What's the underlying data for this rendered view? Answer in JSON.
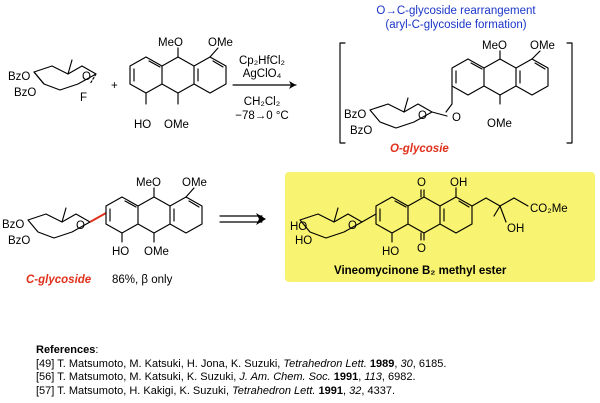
{
  "rearrangement": {
    "line1": "O→C-glycoside rearrangement",
    "line2": "(aryl-C-glycoside formation)"
  },
  "reagents": {
    "line1": "Cp₂HfCl₂",
    "line2": "AgClO₄",
    "line3": "CH₂Cl₂",
    "line4": "−78→0 °C"
  },
  "plus": "+",
  "labels": {
    "bzo": "BzO",
    "f": "F",
    "o": "O",
    "meo": "MeO",
    "ome": "OMe",
    "ho": "HO",
    "oh": "OH",
    "co2me": "CO₂Me",
    "carbonyl_o": "O"
  },
  "o_glycoside": "O-glycosie",
  "c_glycoside": "C-glycoside",
  "yield": "86%, β only",
  "product_name": "Vineomycinone B₂  methyl ester",
  "references": {
    "title": "References",
    "items": [
      {
        "num": "[49]",
        "authors": "T. Matsumoto, M. Katsuki, H. Jona, K. Suzuki, ",
        "journal": "Tetrahedron Lett.",
        "year": "1989",
        "volume": "30",
        "pages": "6185."
      },
      {
        "num": "[56]",
        "authors": "T. Matsumoto, M. Katsuki, K. Suzuki, ",
        "journal": "J. Am. Chem. Soc.",
        "year": "1991",
        "volume": "113",
        "pages": "6982."
      },
      {
        "num": "[57]",
        "authors": "T. Matsumoto, H. Kakigi, K. Suzuki, ",
        "journal": "Tetrahedron Lett.",
        "year": "1991",
        "volume": "32",
        "pages": "4337."
      }
    ]
  },
  "colors": {
    "blue_text": "#1a35c8",
    "red_label": "#e0311c",
    "highlight_box": "#f8f370"
  }
}
